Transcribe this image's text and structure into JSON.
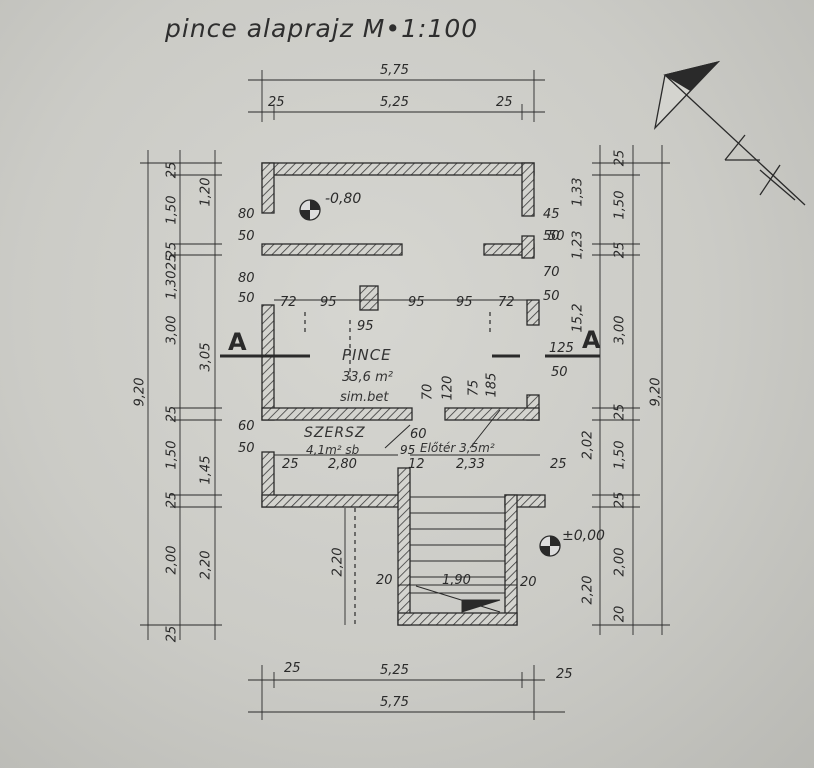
{
  "title": "pince alaprajz M•1:100",
  "dims": {
    "top_overall": "5,75",
    "top_left_wall": "25",
    "top_inner": "5,25",
    "top_right_wall": "25",
    "bottom_left_wall": "25",
    "bottom_inner": "5,25",
    "bottom_right_wall": "25",
    "bottom_overall": "5,75",
    "left_outer_25a": "25",
    "left_outer_150": "1,50",
    "left_outer_25b": "25",
    "left_outer_130": "1,30",
    "left_outer_25c": "25",
    "left_outer_300": "3,00",
    "left_outer_25d": "25",
    "left_outer_150b": "1,50",
    "left_outer_25e": "25",
    "left_outer_200": "2,00",
    "left_outer_25f": "25",
    "left_total": "9,20",
    "left_inner_120": "1,20",
    "left_inner_305": "3,05",
    "left_inner_145": "1,45",
    "left_inner_220": "2,20",
    "right_outer_25a": "25",
    "right_outer_150": "1,50",
    "right_outer_25b": "25",
    "right_outer_300": "3,00",
    "right_outer_25c": "25",
    "right_outer_150b": "1,50",
    "right_outer_25d": "25",
    "right_outer_200": "2,00",
    "right_outer_20": "20",
    "right_total": "9,20",
    "right_inner_133": "1,33",
    "right_inner_123": "1,23",
    "right_inner_152": "15,2",
    "right_inner_202": "2,02",
    "right_inner_220": "2,20",
    "left_80a": "80",
    "left_50a": "50",
    "left_80b": "80",
    "left_50b": "50",
    "left_60": "60",
    "left_50c": "50",
    "right_45": "45",
    "right_50a": "50",
    "right_70": "70",
    "right_50b": "50",
    "right_125": "125",
    "right_50c": "50",
    "row_72a": "72",
    "row_95a": "95",
    "row_95b": "95",
    "row_95c": "95",
    "row_72b": "72",
    "inner_95": "95",
    "inner_70": "70",
    "inner_120": "120",
    "inner_75": "75",
    "inner_185": "185",
    "inner_60": "60",
    "inner_95b": "95",
    "mid_25": "25",
    "mid_280": "2,80",
    "mid_12": "12",
    "mid_233": "2,33",
    "mid_25b": "25",
    "stair_20a": "20",
    "stair_190": "1,90",
    "stair_20b": "20",
    "stair_220": "2,20",
    "right_50_top": "50"
  },
  "rooms": {
    "pince_name": "PINCE",
    "pince_area": "33,6 m²",
    "pince_floor": "sim.bet",
    "szersz_name": "SZERSZ",
    "szersz_area": "4,1m² sb",
    "eloter": "Előtér 3,5m²"
  },
  "levels": {
    "upper": "-0,80",
    "lower": "±0,00"
  },
  "section": {
    "left": "A",
    "right": "A"
  },
  "colors": {
    "ink": "#2a2a2a",
    "wall_hatch": "#3a3a3a",
    "paper": "#cfcfca"
  }
}
